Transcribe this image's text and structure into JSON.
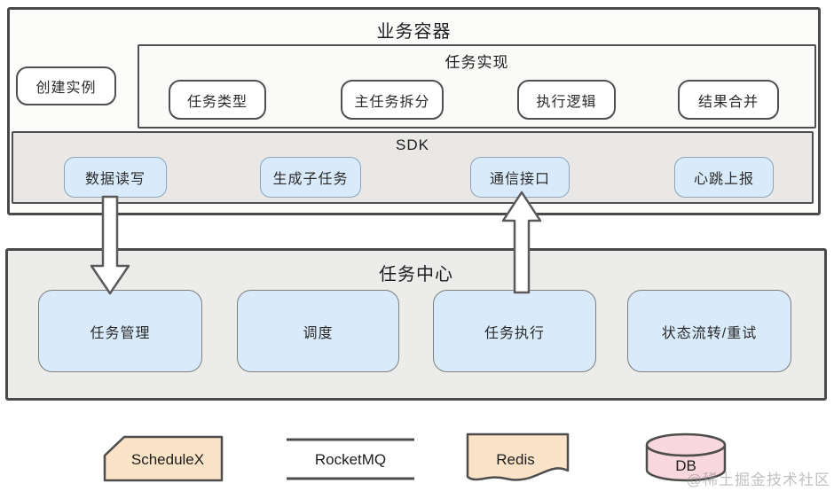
{
  "business_container": {
    "title": "业务容器",
    "create_instance_label": "创建实例",
    "task_impl": {
      "title": "任务实现",
      "items": [
        "任务类型",
        "主任务拆分",
        "执行逻辑",
        "结果合并"
      ]
    },
    "sdk": {
      "title": "SDK",
      "items": [
        "数据读写",
        "生成子任务",
        "通信接口",
        "心跳上报"
      ]
    }
  },
  "task_center": {
    "title": "任务中心",
    "items": [
      "任务管理",
      "调度",
      "任务执行",
      "状态流转/重试"
    ]
  },
  "infrastructure": {
    "schedulex_label": "ScheduleX",
    "rocketmq_label": "RocketMQ",
    "redis_label": "Redis",
    "db_label": "DB"
  },
  "watermark": "@稀土掘金技术社区",
  "colors": {
    "node_blue_fill": "#d9eafb",
    "node_blue_border": "#8aa5bc",
    "peach_fill": "#fae3c7",
    "pink_fill": "#f8d7de",
    "container_border": "#4a4a4a",
    "sdk_background": "#e9e8e6",
    "task_center_background": "#ececeb"
  }
}
